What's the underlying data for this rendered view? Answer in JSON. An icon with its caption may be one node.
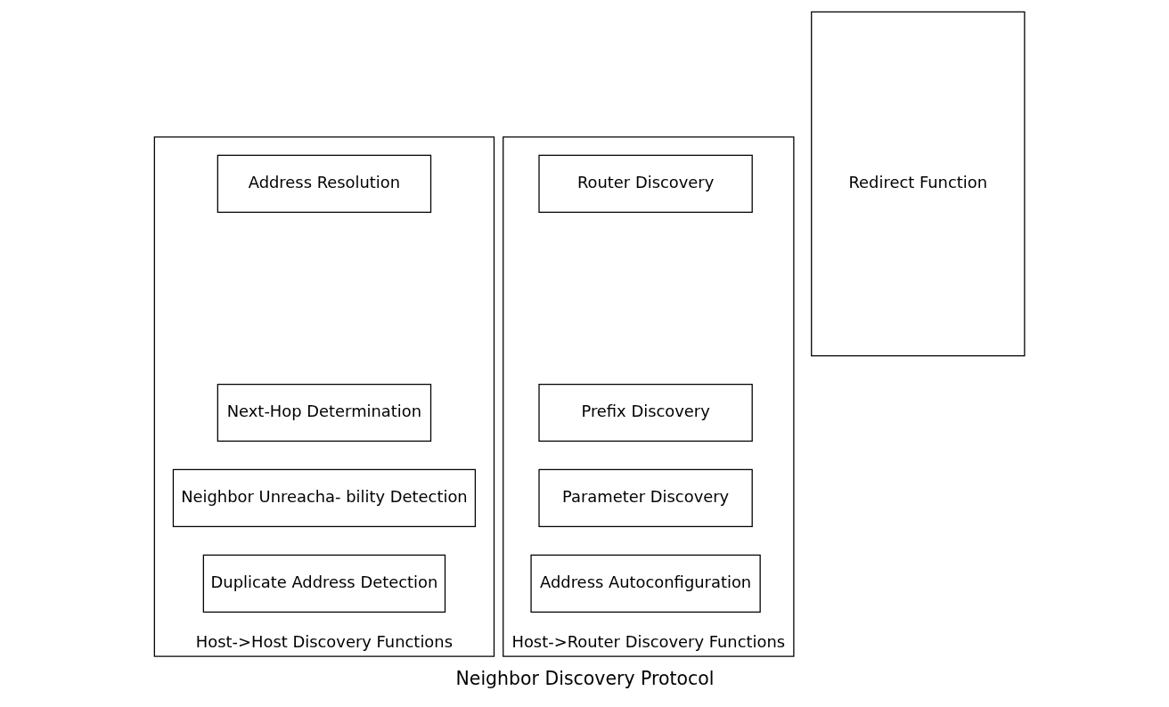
{
  "diagram": {
    "caption": "Neighbor Discovery Protocol",
    "nodes": [
      {
        "text": [
          "Host->Host Discovery Functions"
        ]
      },
      {
        "text": [
          "Address Resolution"
        ],
        "in": 0
      },
      {
        "text": [
          "Next-Hop Determination"
        ],
        "in": 0
      },
      {
        "text": [
          "Neighbor Unreacha- bility Detection"
        ],
        "in": 0
      },
      {
        "text": [
          "Duplicate Address Detection"
        ],
        "in": 0
      },
      {
        "text": [
          "Host->Router Discovery Functions"
        ]
      },
      {
        "text": [
          "Router Discovery"
        ],
        "in": 5
      },
      {
        "text": [
          "Prefix Discovery"
        ],
        "in": 5
      },
      {
        "text": [
          "Parameter Discovery"
        ],
        "in": 5
      },
      {
        "text": [
          "Address Autoconfiguration"
        ],
        "in": 5
      },
      {
        "text": [
          "Redirect Function"
        ]
      }
    ],
    "edges": []
  }
}
